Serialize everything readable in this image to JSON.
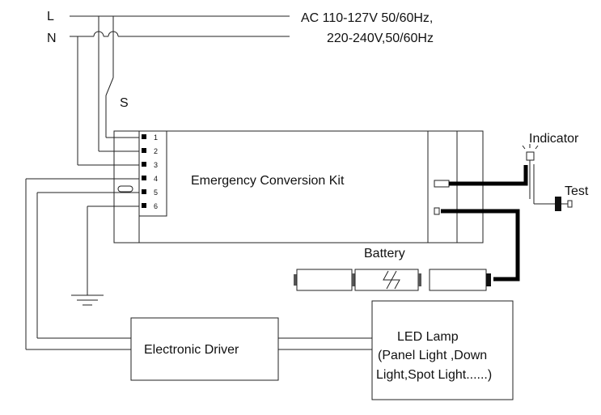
{
  "supply": {
    "line_label": "L",
    "neutral_label": "N",
    "voltage_line1": "AC 110-127V 50/60Hz,",
    "voltage_line2": "220-240V,50/60Hz",
    "switch_label": "S"
  },
  "kit": {
    "title": "Emergency Conversion Kit",
    "pins": [
      "1",
      "2",
      "3",
      "4",
      "5",
      "6"
    ]
  },
  "indicator": {
    "label": "Indicator"
  },
  "test": {
    "label": "Test"
  },
  "battery": {
    "label": "Battery"
  },
  "driver": {
    "label": "Electronic Driver"
  },
  "lamp": {
    "line1": "LED Lamp",
    "line2": "(Panel Light ,Down",
    "line3": "Light,Spot Light......)"
  },
  "colors": {
    "line": "#222222",
    "background": "#ffffff",
    "heavy_lead": "#000000"
  }
}
